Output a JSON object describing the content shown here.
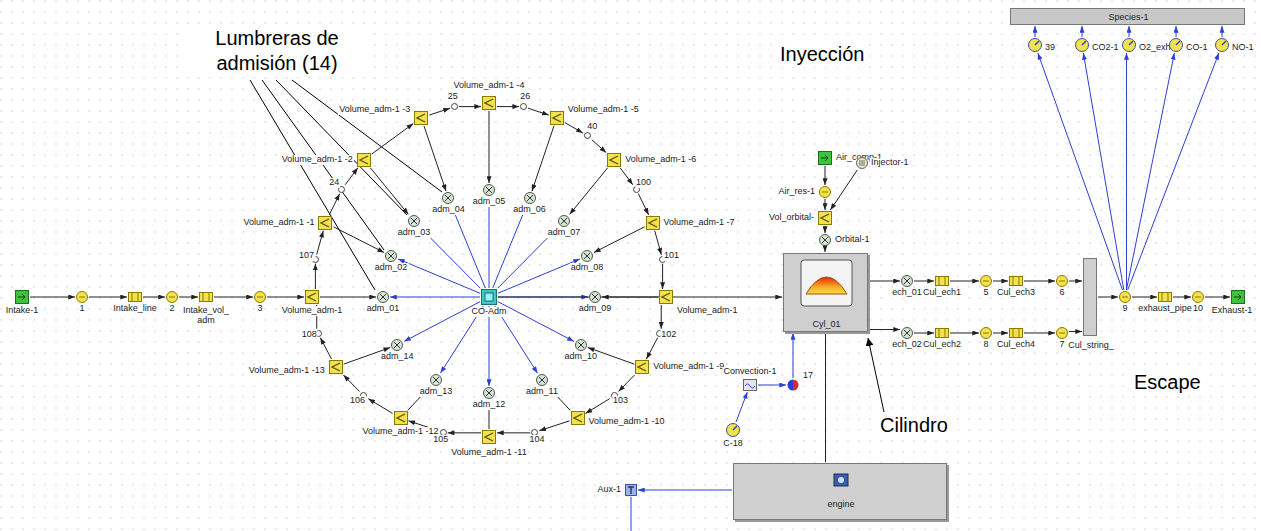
{
  "diagram": {
    "nodes": [
      {
        "text": [
          "Intake-1"
        ]
      },
      {
        "text": [
          "1"
        ]
      },
      {
        "text": [
          "Intake_line"
        ]
      },
      {
        "text": [
          "2"
        ]
      },
      {
        "text": [
          "Intake_vol_ adm"
        ]
      },
      {
        "text": [
          "3"
        ]
      },
      {
        "text": [
          "Volume_adm-1"
        ]
      },
      {
        "text": [
          "Volume_adm-1 -1"
        ]
      },
      {
        "text": [
          "Volume_adm-1 -2"
        ]
      },
      {
        "text": [
          "Volume_adm-1 -3"
        ]
      },
      {
        "text": [
          "Volume_adm-1 -4"
        ]
      },
      {
        "text": [
          "Volume_adm-1 -5"
        ]
      },
      {
        "text": [
          "Volume_adm-1 -6"
        ]
      },
      {
        "text": [
          "Volume_adm-1 -7"
        ]
      },
      {
        "text": [
          "Volume_adm-1"
        ]
      },
      {
        "text": [
          "Volume_adm-1 -9"
        ]
      },
      {
        "text": [
          "Volume_adm-1 -10"
        ]
      },
      {
        "text": [
          "Volume_adm-1 -11"
        ]
      },
      {
        "text": [
          "Volume_adm-1 -12"
        ]
      },
      {
        "text": [
          "Volume_adm-1 -13"
        ]
      },
      {
        "text": [
          "107"
        ]
      },
      {
        "text": [
          "24"
        ]
      },
      {
        "text": [
          "25"
        ]
      },
      {
        "text": [
          "26"
        ]
      },
      {
        "text": [
          "40"
        ]
      },
      {
        "text": [
          "100"
        ]
      },
      {
        "text": [
          "101"
        ]
      },
      {
        "text": [
          "102"
        ]
      },
      {
        "text": [
          "103"
        ]
      },
      {
        "text": [
          "104"
        ]
      },
      {
        "text": [
          "105"
        ]
      },
      {
        "text": [
          "106"
        ]
      },
      {
        "text": [
          "108"
        ]
      },
      {
        "text": [
          "adm_01"
        ]
      },
      {
        "text": [
          "adm_02"
        ]
      },
      {
        "text": [
          "adm_03"
        ]
      },
      {
        "text": [
          "adm_04"
        ]
      },
      {
        "text": [
          "adm_05"
        ]
      },
      {
        "text": [
          "adm_06"
        ]
      },
      {
        "text": [
          "adm_07"
        ]
      },
      {
        "text": [
          "adm_08"
        ]
      },
      {
        "text": [
          "adm_09"
        ]
      },
      {
        "text": [
          "adm_10"
        ]
      },
      {
        "text": [
          "adm_11"
        ]
      },
      {
        "text": [
          "adm_12"
        ]
      },
      {
        "text": [
          "adm_13"
        ]
      },
      {
        "text": [
          "adm_14"
        ]
      },
      {
        "text": [
          "CO-Adm"
        ]
      },
      {
        "text": [
          "Air_comp-1"
        ]
      },
      {
        "text": [
          "Air_res-1"
        ]
      },
      {
        "text": [
          "Injector-1"
        ]
      },
      {
        "text": [
          "Vol_orbital-"
        ]
      },
      {
        "text": [
          "Orbital-1"
        ]
      },
      {
        "text": [
          "Cyl_01"
        ]
      },
      {
        "text": [
          "ech_01"
        ]
      },
      {
        "text": [
          "Cul_ech1"
        ]
      },
      {
        "text": [
          "5"
        ]
      },
      {
        "text": [
          "Cul_ech3"
        ]
      },
      {
        "text": [
          "6"
        ]
      },
      {
        "text": [
          "ech_02"
        ]
      },
      {
        "text": [
          "Cul_ech2"
        ]
      },
      {
        "text": [
          "8"
        ]
      },
      {
        "text": [
          "Cul_ech4"
        ]
      },
      {
        "text": [
          "7"
        ]
      },
      {
        "text": [
          "Cul_string_"
        ]
      },
      {
        "text": [
          "9"
        ]
      },
      {
        "text": [
          "exhaust_pipe"
        ]
      },
      {
        "text": [
          "10"
        ]
      },
      {
        "text": [
          "Exhaust-1"
        ]
      },
      {
        "text": [
          "Species-1"
        ]
      },
      {
        "text": [
          "39"
        ]
      },
      {
        "text": [
          "CO2-1"
        ]
      },
      {
        "text": [
          "O2_exh"
        ]
      },
      {
        "text": [
          "CO-1"
        ]
      },
      {
        "text": [
          "NO-1"
        ]
      },
      {
        "text": [
          "Convection-1"
        ]
      },
      {
        "text": [
          "17"
        ]
      },
      {
        "text": [
          "C-18"
        ]
      },
      {
        "text": [
          "engine"
        ]
      },
      {
        "text": [
          "Aux-1"
        ]
      }
    ],
    "edges": [
      {
        "from": 0,
        "to": 1,
        "arrow": "to"
      },
      {
        "from": 1,
        "to": 2,
        "arrow": "to"
      },
      {
        "from": 2,
        "to": 3,
        "arrow": "to"
      },
      {
        "from": 3,
        "to": 4,
        "arrow": "to"
      },
      {
        "from": 4,
        "to": 5,
        "arrow": "to"
      },
      {
        "from": 5,
        "to": 6,
        "arrow": "to"
      },
      {
        "from": 6,
        "to": 20,
        "arrow": "to"
      },
      {
        "from": 20,
        "to": 7,
        "arrow": "to"
      },
      {
        "from": 7,
        "to": 21,
        "arrow": "to"
      },
      {
        "from": 21,
        "to": 8,
        "arrow": "to"
      },
      {
        "from": 8,
        "to": 9,
        "arrow": "to"
      },
      {
        "from": 9,
        "to": 22,
        "arrow": "to"
      },
      {
        "from": 22,
        "to": 10,
        "arrow": "to"
      },
      {
        "from": 10,
        "to": 23,
        "arrow": "to"
      },
      {
        "from": 23,
        "to": 11,
        "arrow": "to"
      },
      {
        "from": 11,
        "to": 24,
        "arrow": "to"
      },
      {
        "from": 24,
        "to": 12,
        "arrow": "to"
      },
      {
        "from": 12,
        "to": 25,
        "arrow": "to"
      },
      {
        "from": 25,
        "to": 13,
        "arrow": "to"
      },
      {
        "from": 13,
        "to": 26,
        "arrow": "to"
      },
      {
        "from": 26,
        "to": 14,
        "arrow": "to"
      },
      {
        "from": 14,
        "to": 27,
        "arrow": "to"
      },
      {
        "from": 27,
        "to": 15,
        "arrow": "to"
      },
      {
        "from": 15,
        "to": 28,
        "arrow": "to"
      },
      {
        "from": 28,
        "to": 16,
        "arrow": "to"
      },
      {
        "from": 16,
        "to": 29,
        "arrow": "to"
      },
      {
        "from": 29,
        "to": 17,
        "arrow": "to"
      },
      {
        "from": 17,
        "to": 30,
        "arrow": "to"
      },
      {
        "from": 30,
        "to": 18,
        "arrow": "to"
      },
      {
        "from": 18,
        "to": 31,
        "arrow": "to"
      },
      {
        "from": 31,
        "to": 19,
        "arrow": "to"
      },
      {
        "from": 19,
        "to": 32,
        "arrow": "to"
      },
      {
        "from": 32,
        "to": 6,
        "arrow": "to"
      },
      {
        "from": 6,
        "to": 33,
        "arrow": "to"
      },
      {
        "from": 7,
        "to": 34,
        "arrow": "to"
      },
      {
        "from": 8,
        "to": 35,
        "arrow": "to"
      },
      {
        "from": 9,
        "to": 36,
        "arrow": "to"
      },
      {
        "from": 10,
        "to": 37,
        "arrow": "to"
      },
      {
        "from": 11,
        "to": 38,
        "arrow": "to"
      },
      {
        "from": 12,
        "to": 39,
        "arrow": "to"
      },
      {
        "from": 13,
        "to": 40,
        "arrow": "to"
      },
      {
        "from": 14,
        "to": 41,
        "arrow": "to"
      },
      {
        "from": 15,
        "to": 42,
        "arrow": "to"
      },
      {
        "from": 16,
        "to": 43,
        "arrow": "to"
      },
      {
        "from": 17,
        "to": 44,
        "arrow": "to"
      },
      {
        "from": 18,
        "to": 45,
        "arrow": "to"
      },
      {
        "from": 19,
        "to": 46,
        "arrow": "to"
      },
      {
        "from": 47,
        "to": 33,
        "arrow": "to"
      },
      {
        "from": 47,
        "to": 34,
        "arrow": "to"
      },
      {
        "from": 47,
        "to": 35,
        "arrow": "to"
      },
      {
        "from": 47,
        "to": 36,
        "arrow": "to"
      },
      {
        "from": 47,
        "to": 37,
        "arrow": "to"
      },
      {
        "from": 47,
        "to": 38,
        "arrow": "to"
      },
      {
        "from": 47,
        "to": 39,
        "arrow": "to"
      },
      {
        "from": 47,
        "to": 40,
        "arrow": "to"
      },
      {
        "from": 47,
        "to": 41,
        "arrow": "to"
      },
      {
        "from": 47,
        "to": 42,
        "arrow": "to"
      },
      {
        "from": 47,
        "to": 43,
        "arrow": "to"
      },
      {
        "from": 47,
        "to": 44,
        "arrow": "to"
      },
      {
        "from": 47,
        "to": 45,
        "arrow": "to"
      },
      {
        "from": 47,
        "to": 46,
        "arrow": "to"
      },
      {
        "from": 47,
        "to": 53,
        "arrow": "to"
      },
      {
        "from": 48,
        "to": 49,
        "arrow": "to"
      },
      {
        "from": 49,
        "to": 51,
        "arrow": "to"
      },
      {
        "from": 50,
        "to": 51,
        "arrow": "to"
      },
      {
        "from": 51,
        "to": 52,
        "arrow": "to"
      },
      {
        "from": 52,
        "to": 53,
        "arrow": "to"
      },
      {
        "from": 53,
        "to": 54,
        "arrow": "to"
      },
      {
        "from": 54,
        "to": 55,
        "arrow": "to"
      },
      {
        "from": 55,
        "to": 56,
        "arrow": "to"
      },
      {
        "from": 56,
        "to": 57,
        "arrow": "to"
      },
      {
        "from": 57,
        "to": 58,
        "arrow": "to"
      },
      {
        "from": 58,
        "to": 64,
        "arrow": "to"
      },
      {
        "from": 53,
        "to": 59,
        "arrow": "to"
      },
      {
        "from": 59,
        "to": 60,
        "arrow": "to"
      },
      {
        "from": 60,
        "to": 61,
        "arrow": "to"
      },
      {
        "from": 61,
        "to": 62,
        "arrow": "to"
      },
      {
        "from": 62,
        "to": 63,
        "arrow": "to"
      },
      {
        "from": 63,
        "to": 64,
        "arrow": "to"
      },
      {
        "from": 64,
        "to": 65,
        "arrow": "to"
      },
      {
        "from": 65,
        "to": 66,
        "arrow": "to"
      },
      {
        "from": 66,
        "to": 67,
        "arrow": "to"
      },
      {
        "from": 67,
        "to": 68,
        "arrow": "to"
      },
      {
        "from": 65,
        "to": 70,
        "arrow": "to"
      },
      {
        "from": 65,
        "to": 71,
        "arrow": "to"
      },
      {
        "from": 65,
        "to": 72,
        "arrow": "to"
      },
      {
        "from": 65,
        "to": 73,
        "arrow": "to"
      },
      {
        "from": 65,
        "to": 74,
        "arrow": "to"
      },
      {
        "from": 70,
        "to": 69,
        "arrow": "to"
      },
      {
        "from": 71,
        "to": 69,
        "arrow": "to"
      },
      {
        "from": 72,
        "to": 69,
        "arrow": "to"
      },
      {
        "from": 73,
        "to": 69,
        "arrow": "to"
      },
      {
        "from": 74,
        "to": 69,
        "arrow": "to"
      },
      {
        "from": 75,
        "to": 76,
        "arrow": "to"
      },
      {
        "from": 76,
        "to": 53,
        "arrow": "to"
      },
      {
        "from": 77,
        "to": 75,
        "arrow": "to"
      },
      {
        "from": 78,
        "to": 53,
        "arrow": "none"
      },
      {
        "from": 78,
        "to": 79,
        "arrow": "to"
      }
    ],
    "labels": [
      "Lumbreras de admisión (14)",
      "Inyección",
      "Escape",
      "Cilindro"
    ]
  }
}
